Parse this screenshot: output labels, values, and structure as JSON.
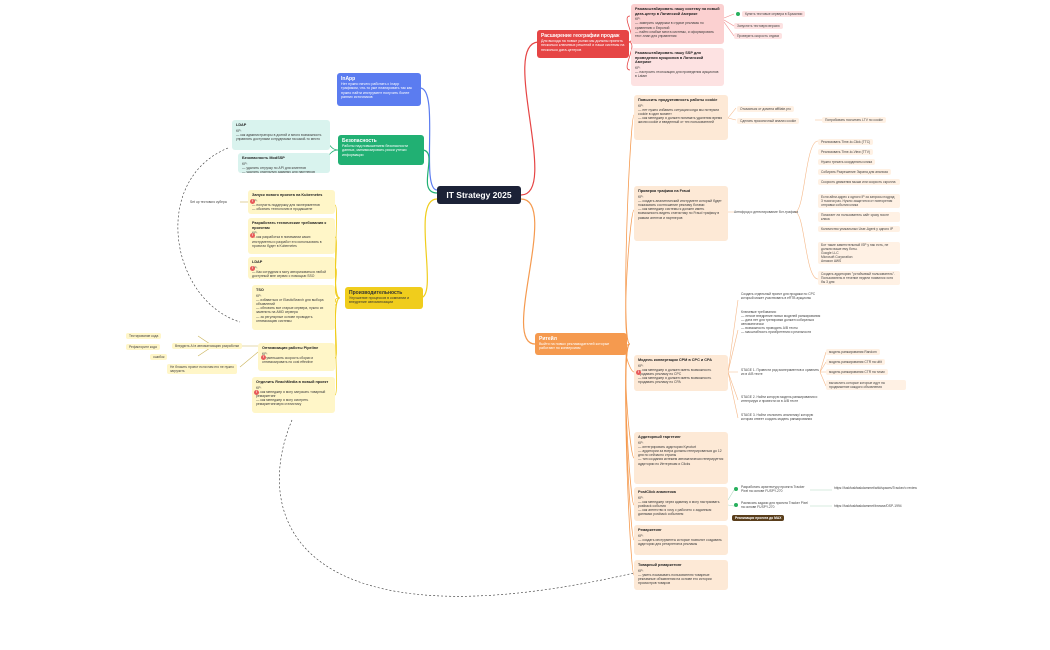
{
  "root": {
    "title": "IT Strategy 2025"
  },
  "branches": {
    "geo": {
      "title": "Расширение географии продаж",
      "body": "Для выхода на новые рынки мы должны принять несколько ключевых решений и наши системы на несколько дата-центров",
      "color": "#e64545"
    },
    "inapp": {
      "title": "InApp",
      "body": "Нет нужно ничего работать с Inapp трафиком, что-то уже планировать так как нужно найти инструмент получить более ранних источников",
      "color": "#5b7cf0"
    },
    "sec": {
      "title": "Безопасность",
      "body": "Работы над повышением безопасности данных, минимизировать риски утечки информации",
      "color": "#21b073"
    },
    "prod": {
      "title": "Производительность",
      "body": "Улучшение процессов в компании и внедрение автоматизации",
      "color": "#f0cd1c"
    },
    "retail": {
      "title": "Ритейл",
      "body": "Выйти на новых рекламодателей которые работают по конверсиям",
      "color": "#f59a4f"
    }
  },
  "geo": {
    "n1": {
      "title": "Размасштабировать нашу систему на новый дата-центр в Латинской Америке",
      "body": "KP:\n— замерить задержки в отдаче рекламы по сравнению с Европой\n— найти слабые места системы, и оформировать тест-план для управления"
    },
    "n1_children": [
      "Купить тестовые сервера в Бразилии",
      "Запустить тестовую версию",
      "Проверить скорость отдачи"
    ],
    "n2": {
      "title": "Размасштабировать нашу SSP для проведения аукционов в Латинской Америке",
      "body": "KP:\n— настроить геолокацию для проведения аукционов в Latam"
    }
  },
  "sec": {
    "ldap": {
      "title": "LDAP",
      "body": "KP:\n— как администраторы в долгий и много возможность управлять доступами сотрудникам на какой-то место"
    },
    "modsec": {
      "title": "Безопасность ModSSP",
      "body": "KP:\n— удалить отгрузку по API для клиентов\n— удалить отдельную админку для партнеров"
    }
  },
  "prod": {
    "k8s": {
      "title": "Запуск нового проекта на Kubernetes",
      "body": "KP:\n— получить поддержку для экспериментов\n— обкатать технологию в продакшене"
    },
    "k8s_side": "Set up тестового кубера",
    "tech": {
      "title": "Разработать технические требования к проектам",
      "body": "KP:\n— как разработка в понимании каких инструменты и разработ его использовать в проектах будет в Kubernetes"
    },
    "ldap": {
      "title": "LDAP",
      "body": "KP:\n— Как сотрудник я могу авторизоваться любой доступный мне сервис с помощью SSO"
    },
    "tso": {
      "title": "TSO",
      "body": "KP:\n— избавиться от ElasticSearch для выбора объявлений\n— обновить все старые сервера, нужно их заменить на AMD сервера\n— за регулярные основе проводить оптимизацию системы"
    },
    "pipeline": {
      "title": "Оптимизация работы Pipeline",
      "body": "KP:\n— уменьшить скорость сборки и оптимизировать по cost effective"
    },
    "pipe_left": [
      "Тестирование кода",
      "Рефакторинг кода",
      "ошибок"
    ],
    "pipe_ai": "Внедрить AI в автоматизацию разработки",
    "pipe_note": "Не блокить проект если нам его не нужно загрузить",
    "reach": {
      "title": "Отделить ReachMedia в новый проект",
      "body": "KP:\n— как менеджер я могу запускать товарный ремаркетинг\n— как менеджер я могу смотреть ремаркетинговую статистику"
    }
  },
  "retail": {
    "cookie": {
      "title": "Повысить продуктивность работы cookie",
      "body": "KP:\n— нет нужно избавить ситуации когда мы потеряли cookie в один момент\n— как менеджер я должен понимать удаления время жизни cookie и введенный от тех пользователей"
    },
    "cookie_c1": "Отказаться от домена affiliate.pro",
    "cookie_c2": "Сделать прокопочный анализ cookie",
    "cookie_c3": "Попробовать посчитать LTV по cookie",
    "fraud": {
      "title": "Проверка трафика на Fraud",
      "body": "KP:\n— создать аналитический инструмент который будет показывать соотношение рекламу ботами\n— как менеджер системы я должен иметь возможность видеть статистику по Fraud трафику в рамках агентов и партнеров"
    },
    "fraud_mid": "Антифрод и детектирование бот-трафика",
    "fraud_items": [
      "Реализовать Time-to-Click (TTC)",
      "Реализовать Time-to-View (TTV)",
      "Нужно трекать координаты клика",
      "Собирать Разрешение Экрана для анализа",
      "Скорость движения мыши или скорость скролла",
      "Если айпи-адрес к одного IP за запросы подряд 3 тысячи раз. Нужно защитится от повторения отправки события клика",
      "Помогает ли пользователь сайт сразу после клика",
      "Количество уникальных User-Agent у одного IP",
      "Бот такие заметительный ISP у нас есть, не должно ваше ему боты.\nGoogle LLC\nMicrosoft Corporation\nAmazon AWS",
      "Создать аудиторию \"устойчивый пользователь\". Пользователь в течение недели появился хотя бы 3 дня"
    ],
    "cpm": {
      "title": "Модель конвертации CPM в CPC и CPA",
      "body": "KP:\n— как менеджер я должен иметь возможность продавать рекламу по CPC\n— как менеджер я должен иметь возможность продавать рекламу по CPA"
    },
    "cpm_top": "Создать отдельный проект для продажи по CPC который может участвовать в eRTB аукционы",
    "cpm_req": "Ключевые требования:\n— легкое внедрение новых моделей ранжирования\n— дата нет для тренировки должен собираться автоматически\n— возможность проводить A/B тесты\n— масштабность приобретения и реальности",
    "cpm_s1": "STAGE 1. Провести ряд экспериментов и сравнить их в A/B тесте",
    "cpm_s2": "STAGE 2. Найти которую модель ранжирования и интегрируя и провести их в A/B тесте",
    "cpm_s3": "STAGE 3. Найти отклонить аналитику/ которую которая отвеет создать модель ранжирования",
    "cpm_models": [
      "модель ранжирования Random",
      "модель ранжирования CTR на ultit",
      "модель ранжирования CTR на тизах",
      "вычислить которые которые идут на продвижение каждого объявления"
    ],
    "audience": {
      "title": "Аудиторный таргетинг",
      "body": "KP:\n— интегрировать аудитории Kynoturt\n— аудитории за вчера должны генерироваться до 12 дня по сейчасно страны\n— тип создания китежем автоматически генерируется аудитории по Интересам и Clicks"
    },
    "postclick": {
      "title": "PostClick аналитика",
      "body": "KP:\n— как менеджер через админку я могу настраивать postback события\n— как агентство я хочу с рабочего с заданным данными postback событием"
    },
    "pc_c1": "Разработать архитектуру проекта Tracker Pixel на основе FUSPY-270",
    "pc_c1_link": "https://fuskfuskfaskdammet/wiki/spaces/Tracker/o review",
    "pc_c2": "Расписать задачи для проекта Tracker Pixel на основе FUSPY-270",
    "pc_c2_link": "https://fuskfuskfaskdammet/browse/DSP-1994",
    "pc_tag": "Реализация проекта до MAX",
    "remarketing": {
      "title": "Ремаркетинг",
      "body": "KP:\n— создать инструменты которые позволят создавать аудитории для ретаргетинга рекламы"
    },
    "product": {
      "title": "Товарный ремаркетинг",
      "body": "KP:\n— уметь показывать пользователю товарные рекламные объявления на основе его истории просмотров товаров"
    }
  }
}
